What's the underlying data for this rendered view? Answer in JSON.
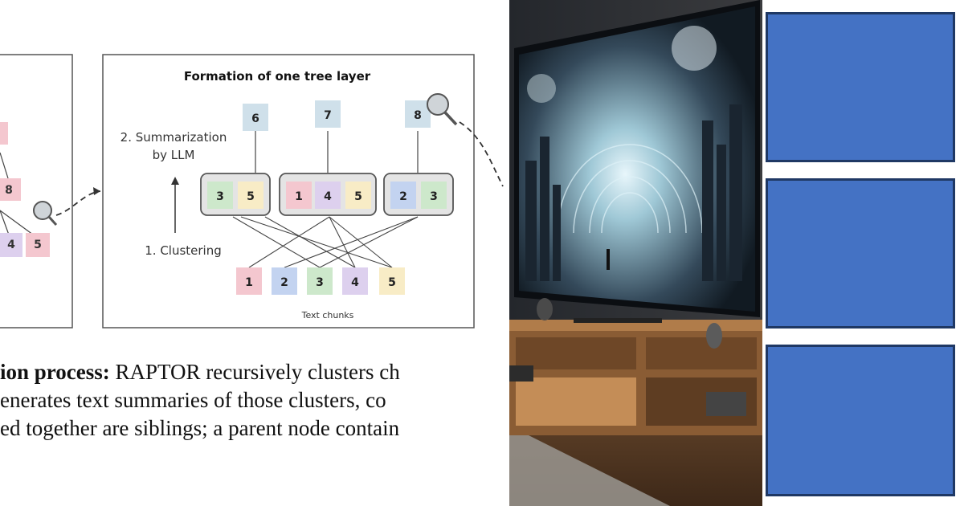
{
  "diagram": {
    "title": "Formation of one tree layer",
    "summarization_label_line1": "2. Summarization",
    "summarization_label_line2": "by LLM",
    "clustering_label": "1. Clustering",
    "text_chunks_label": "Text chunks",
    "parent_nodes": [
      "6",
      "7",
      "8"
    ],
    "clusters": [
      [
        "3",
        "5"
      ],
      [
        "1",
        "4",
        "5"
      ],
      [
        "2",
        "3"
      ]
    ],
    "chunks": [
      "1",
      "2",
      "3",
      "4",
      "5"
    ],
    "left_panel_nodes": [
      "8",
      "4",
      "5"
    ],
    "colors": {
      "pink": "#f4c7cf",
      "blue": "#c3d3f0",
      "green": "#cde8cb",
      "purple": "#ddd0ee",
      "yellow": "#f8ecc6",
      "parent": "#cfe0ea"
    },
    "icons": [
      "magnifier-icon",
      "arrow-icon"
    ]
  },
  "caption": {
    "line1_bold": "ion process:",
    "line1_rest": " RAPTOR recursively clusters ch",
    "line2": "enerates text summaries of those clusters, co",
    "line3": "ed together are siblings; a parent node contain"
  },
  "photo": {
    "description": "Television displaying futuristic city corridor on a wooden TV stand"
  },
  "blocks": {
    "count": 3,
    "fill": "#4472c4",
    "border": "#1f3864"
  }
}
